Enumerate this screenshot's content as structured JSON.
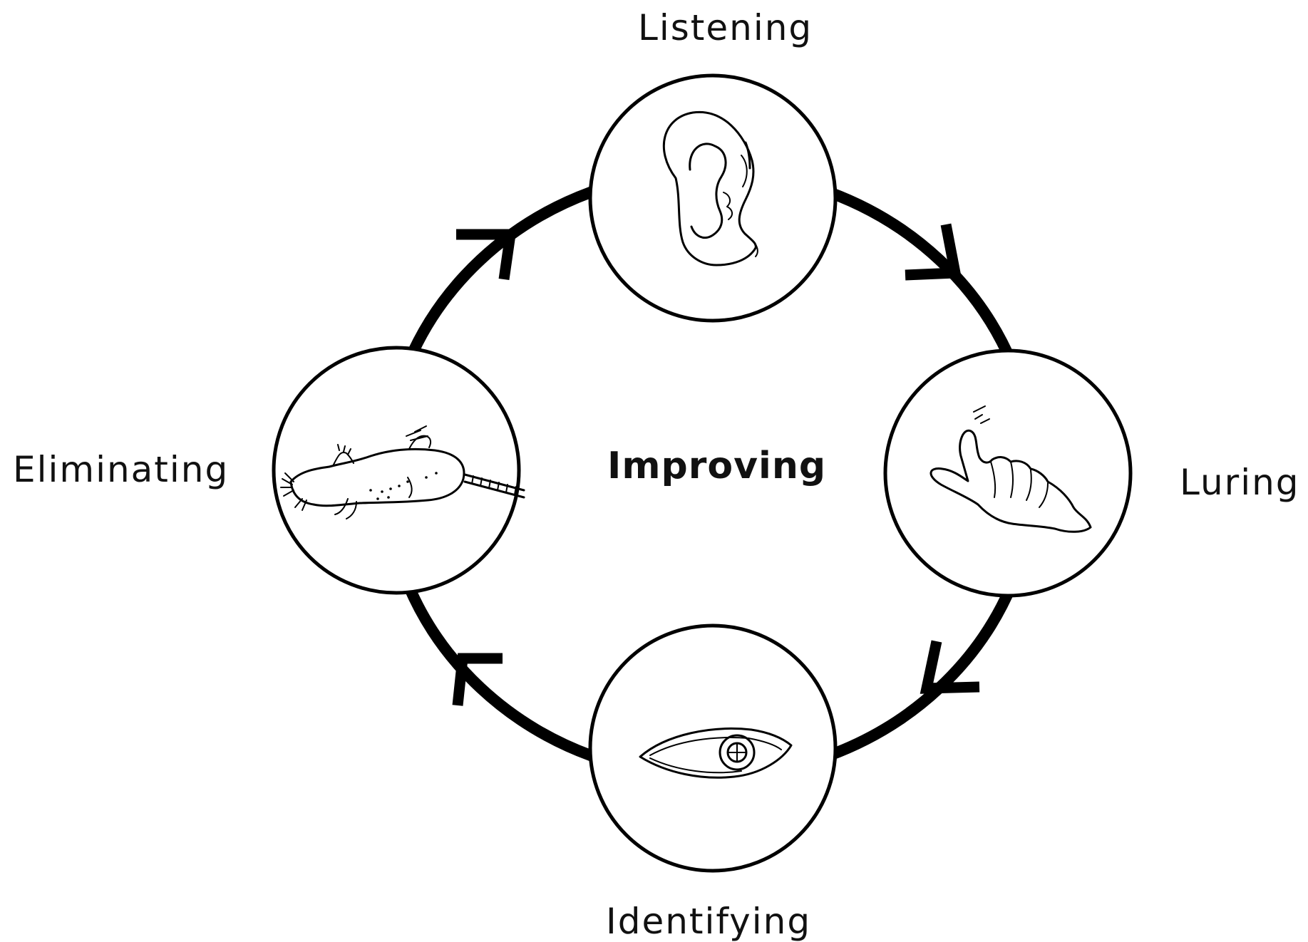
{
  "diagram": {
    "center_label": "Improving",
    "nodes": [
      {
        "id": "listening",
        "label": "Listening",
        "icon": "ear-icon"
      },
      {
        "id": "luring",
        "label": "Luring",
        "icon": "hand-icon"
      },
      {
        "id": "identifying",
        "label": "Identifying",
        "icon": "eye-icon"
      },
      {
        "id": "eliminating",
        "label": "Eliminating",
        "icon": "rat-icon"
      }
    ],
    "flow_direction": "clockwise",
    "colors": {
      "stroke": "#000000",
      "background": "#ffffff"
    }
  }
}
